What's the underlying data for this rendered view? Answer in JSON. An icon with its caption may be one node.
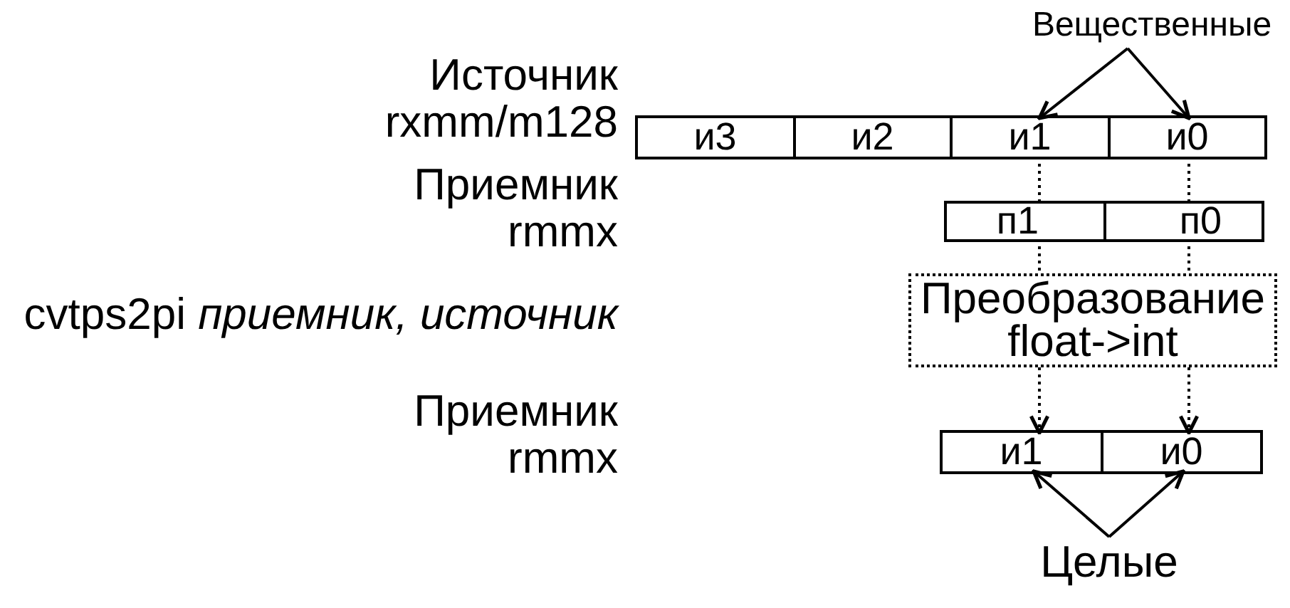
{
  "diagram": {
    "nodes": [
      {
        "text": [
          "Вещественные"
        ]
      },
      {
        "text": [],
        "shape": "bar",
        "beside": [
          "Источник",
          "rxmm/m128"
        ]
      },
      {
        "text": [
          "и3"
        ],
        "in": 1
      },
      {
        "text": [
          "и2"
        ],
        "in": 1
      },
      {
        "text": [
          "и1"
        ],
        "in": 1
      },
      {
        "text": [
          "и0"
        ],
        "in": 1
      },
      {
        "text": [],
        "shape": "bar",
        "beside": [
          "Приемник",
          "rmmx"
        ]
      },
      {
        "text": [
          "п1"
        ],
        "in": 6
      },
      {
        "text": [
          "п0"
        ],
        "in": 6
      },
      {
        "text": [
          "Преобразование float->int"
        ]
      },
      {
        "text": [],
        "shape": "bar",
        "beside": [
          "Приемник",
          "rmmx"
        ]
      },
      {
        "text": [
          "и1"
        ],
        "in": 10
      },
      {
        "text": [
          "и0"
        ],
        "in": 10
      },
      {
        "text": [
          "Целые"
        ]
      }
    ],
    "edges": [
      {
        "from": 0,
        "to": 4,
        "arrow": "to"
      },
      {
        "from": 0,
        "to": 5,
        "arrow": "to"
      },
      {
        "from": 4,
        "to": 7,
        "arrow": "none",
        "style": "dashed"
      },
      {
        "from": 5,
        "to": 8,
        "arrow": "none",
        "style": "dashed"
      },
      {
        "from": 7,
        "to": 9,
        "arrow": "none",
        "style": "dashed"
      },
      {
        "from": 8,
        "to": 9,
        "arrow": "none",
        "style": "dashed"
      },
      {
        "from": 9,
        "to": 11,
        "arrow": "to",
        "style": "dashed"
      },
      {
        "from": 9,
        "to": 12,
        "arrow": "to",
        "style": "dashed"
      },
      {
        "from": 13,
        "to": 11,
        "arrow": "to"
      },
      {
        "from": 13,
        "to": 12,
        "arrow": "to"
      }
    ],
    "labels": [
      "cvtps2pi *приемник, источник*"
    ]
  }
}
